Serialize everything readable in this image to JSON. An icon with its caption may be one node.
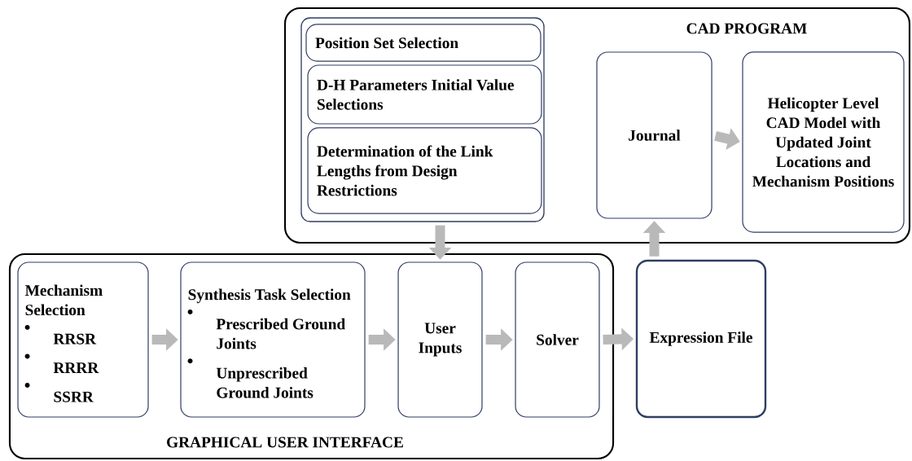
{
  "diagram": {
    "nodes": [
      {
        "text": [
          "CAD PROGRAM"
        ]
      },
      {
        "text": [],
        "shape": "box",
        "in": 0
      },
      {
        "text": [
          "Position Set Selection"
        ],
        "in": 1
      },
      {
        "text": [
          "D-H Parameters Initial Value Selections"
        ],
        "in": 1
      },
      {
        "text": [
          "Determination of the Link Lengths from Design Restrictions"
        ],
        "in": 1
      },
      {
        "text": [
          "Journal"
        ],
        "in": 0
      },
      {
        "text": [
          "Helicopter Level CAD Model with Updated Joint Locations and Mechanism Positions"
        ],
        "in": 0
      },
      {
        "text": [
          "GRAPHICAL USER INTERFACE"
        ]
      },
      {
        "text": [
          "Mechanism Selection",
          "RRSR",
          "RRRR",
          "SSRR"
        ],
        "in": 7
      },
      {
        "text": [
          "Synthesis Task Selection",
          "Prescribed Ground Joints",
          "Unprescribed Ground Joints"
        ],
        "in": 7
      },
      {
        "text": [
          "User Inputs"
        ],
        "in": 7
      },
      {
        "text": [
          "Solver"
        ],
        "in": 7
      },
      {
        "text": [
          "Expression File"
        ]
      }
    ],
    "edges": [
      {
        "from": 8,
        "to": 9,
        "arrow": "to"
      },
      {
        "from": 9,
        "to": 10,
        "arrow": "to"
      },
      {
        "from": 10,
        "to": 11,
        "arrow": "to"
      },
      {
        "from": 11,
        "to": 12,
        "arrow": "to"
      },
      {
        "from": 12,
        "to": 5,
        "arrow": "to"
      },
      {
        "from": 1,
        "to": 10,
        "arrow": "to"
      },
      {
        "from": 5,
        "to": 6,
        "arrow": "to"
      }
    ]
  }
}
